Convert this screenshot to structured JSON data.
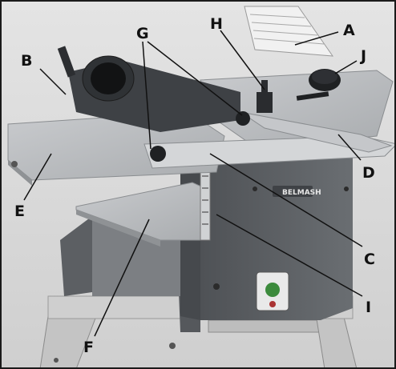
{
  "brand": "BELMASH",
  "labels": {
    "a": "A",
    "b": "B",
    "c": "C",
    "d": "D",
    "e": "E",
    "f": "F",
    "g": "G",
    "h": "H",
    "i": "I",
    "j": "J"
  },
  "colors": {
    "frame": "#1a1a1a",
    "leader": "#111111",
    "machine_body": "#5a5d61",
    "table": "#b9bcbf",
    "background": "#dcdcdc"
  }
}
